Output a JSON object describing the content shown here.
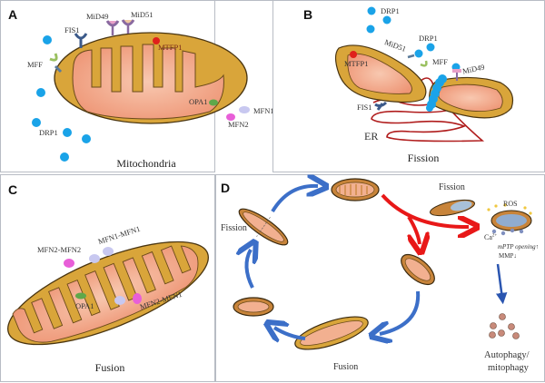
{
  "figure": {
    "panels": {
      "A": {
        "letter": "A",
        "caption": "Mitochondria",
        "labels": {
          "fis1": "FIS1",
          "mid49": "MiD49",
          "mid51": "MiD51",
          "mff": "MFF",
          "mtfp1": "MTFP1",
          "opa1": "OPA1",
          "mfn1": "MFN1",
          "mfn2": "MFN2",
          "drp1": "DRP1"
        }
      },
      "B": {
        "letter": "B",
        "caption": "Fission",
        "labels": {
          "drp1_top": "DRP1",
          "drp1_mid": "DRP1",
          "mid51": "MiD51",
          "mff": "MFF",
          "mid49": "MiD49",
          "mtfp1": "MTFP1",
          "fis1": "FIS1",
          "er": "ER"
        }
      },
      "C": {
        "letter": "C",
        "caption": "Fusion",
        "labels": {
          "mfn2_mfn2": "MFN2-MFN2",
          "mfn1_mfn1": "MFN1-MFN1",
          "mfn2_mfn1": "MFN2-MFN1",
          "opa1": "OPA1"
        }
      },
      "D": {
        "letter": "D",
        "labels": {
          "fission_left": "Fission",
          "fission_right": "Fission",
          "fusion": "Fusion",
          "ros": "ROS",
          "ca": "Ca",
          "ca_sup": "2+",
          "mptp": "mPTP opening↑",
          "mmp": "MMP↓",
          "autophagy_line1": "Autophagy/",
          "autophagy_line2": "mitophagy"
        }
      }
    },
    "colors": {
      "outer_membrane": "#d9a53a",
      "outline": "#4a3510",
      "matrix": "#f2a889",
      "drp1": "#1aa3e8",
      "mtfp1": "#e0201b",
      "opa1": "#5fa84a",
      "mfn1": "#c8c8f0",
      "mfn2": "#e85fd8",
      "receptor_dark": "#3c5a8a",
      "cycle_arrow": "#3c6fc8",
      "stress_arrow": "#e81818",
      "er": "#b01c1c"
    }
  }
}
